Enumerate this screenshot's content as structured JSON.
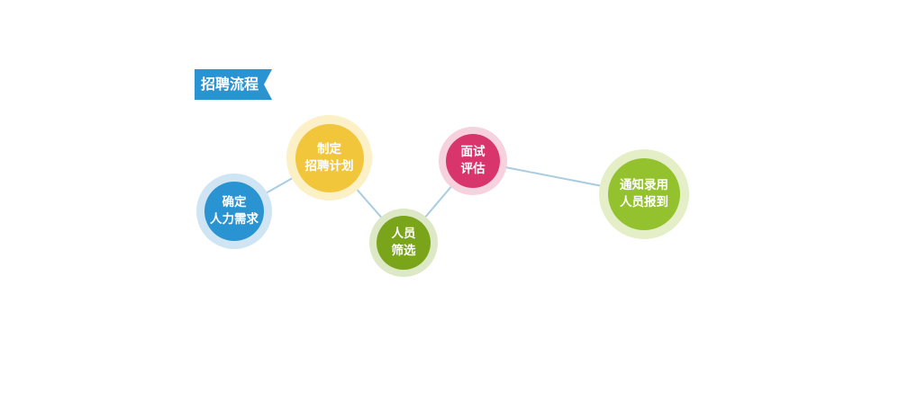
{
  "title_banner": {
    "text": "招聘流程",
    "color": "#2a93d2"
  },
  "steps": [
    {
      "lines": [
        "确定",
        "人力需求"
      ],
      "color": "#2a93d2"
    },
    {
      "lines": [
        "制定",
        "招聘计划"
      ],
      "color": "#f2c63b"
    },
    {
      "lines": [
        "人员",
        "筛选"
      ],
      "color": "#7aa51a"
    },
    {
      "lines": [
        "面试",
        "评估"
      ],
      "color": "#d8356c"
    },
    {
      "lines": [
        "通知录用",
        "人员报到"
      ],
      "color": "#94c22f"
    }
  ],
  "connector_color": "#a9cde0"
}
